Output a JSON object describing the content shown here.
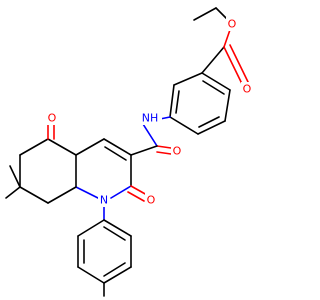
{
  "molecule": {
    "atom_labels": {
      "o_ester_single": "O",
      "o_ester_carbonyl": "O",
      "n_amide": "NH",
      "o_amide": "O",
      "o_ketone": "O",
      "o_lactam": "O",
      "n_ring": "N"
    },
    "colors": {
      "oxygen": "#ff0000",
      "nitrogen": "#0000ff",
      "carbon": "#000000"
    }
  }
}
